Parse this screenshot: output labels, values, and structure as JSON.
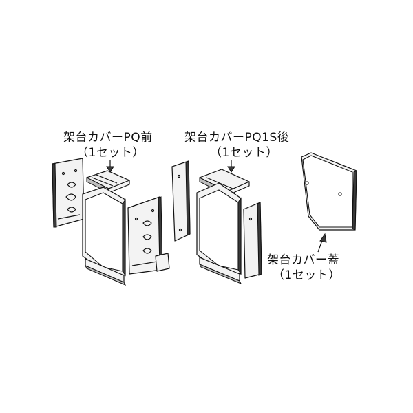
{
  "labels": {
    "front_name": "架台カバーPQ前",
    "front_set": "（1セット）",
    "rear_name": "架台カバーPQ1S後",
    "rear_set": "（1セット）",
    "lid_name": "架台カバー蓋",
    "lid_set": "（1セット）"
  }
}
